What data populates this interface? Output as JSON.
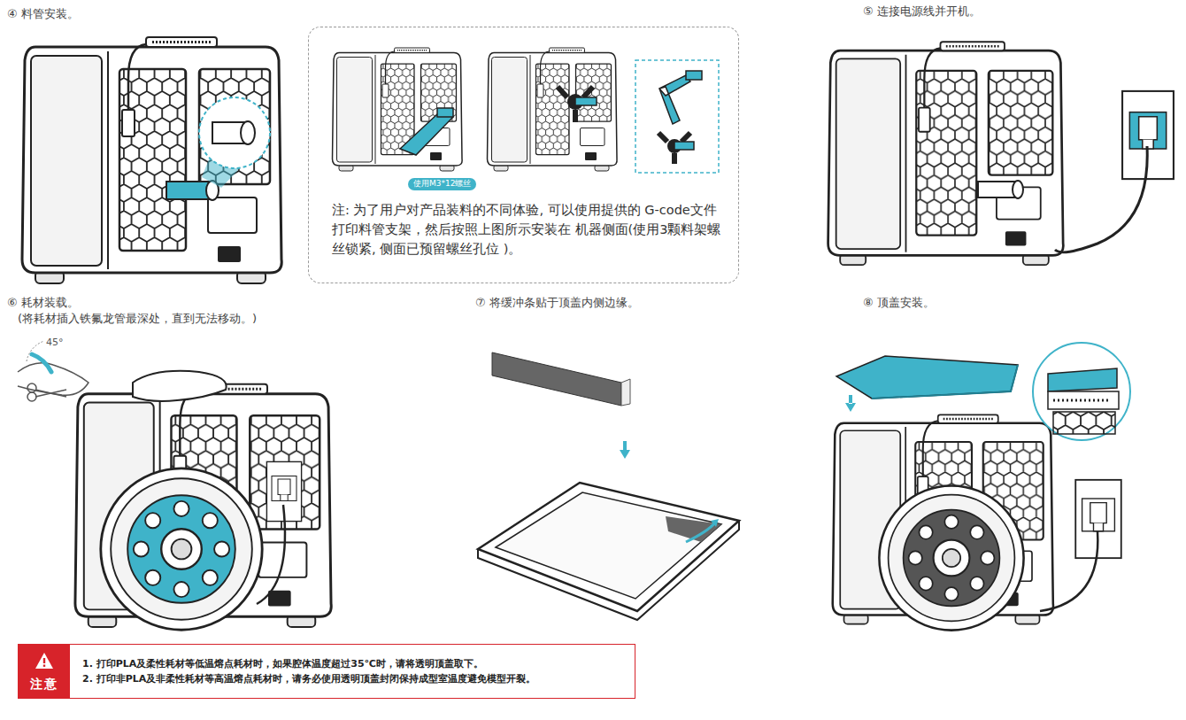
{
  "diagram": {
    "nodes": [
      {
        "text": [
          "注: 为了用户对产品装料的不同体验, 可以使用提供的 G-code文件打印料管支架，然后按照上图所示安装在 机器侧面(使用3颗料架螺丝锁紧, 侧面已预留螺丝孔位 )。"
        ]
      },
      {
        "text": [
          "使用M3*12螺丝"
        ],
        "in": 0
      },
      {
        "text": [
          "1. 打印PLA及柔性耗材等低温熔点耗材时，如果腔体温度超过35℃时，请将透明顶盖取下。",
          "2. 打印非PLA及非柔性耗材等高温熔点耗材时，请务必使用透明顶盖封闭保持成型室温度避免模型开裂。"
        ]
      },
      {
        "text": [
          "注意"
        ],
        "in": 2
      }
    ],
    "labels": [
      "④ 料管安装。",
      "⑤ 连接电源线并开机。",
      "⑥ 耗材装载。",
      "(将耗材插入铁氟龙管最深处，直到无法移动。)",
      "45°",
      "⑦ 将缓冲条贴于顶盖内侧边缘。",
      "⑧ 顶盖安装。"
    ]
  }
}
